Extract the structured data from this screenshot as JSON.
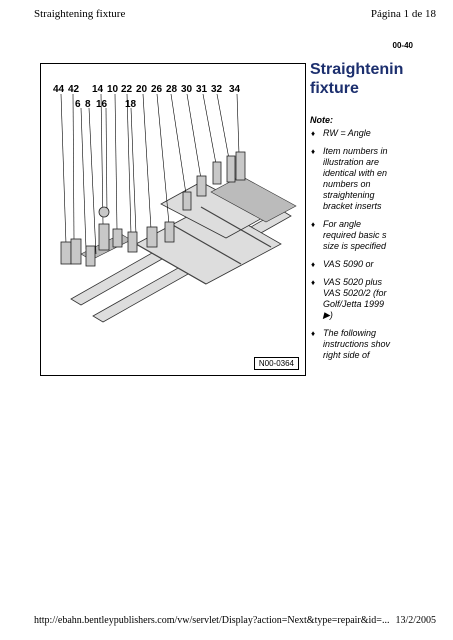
{
  "header": {
    "title": "Straightening fixture",
    "page": "Página 1 de 18"
  },
  "section_code": "00-40",
  "doc_title_line1": "Straightenin",
  "doc_title_line2": "fixture",
  "note_label": "Note:",
  "notes": [
    "RW = Angle",
    "Item numbers in\nillustration are\nidentical with en\nnumbers on\nstraightening\nbracket inserts",
    "For angle\nrequired basic s\nsize is specified",
    "VAS 5090 or",
    "VAS 5020 plus\nVAS 5020/2 (for\nGolf/Jetta 1999\n▶)",
    "The following\ninstructions shov\nright side of\nvehicle"
  ],
  "figure": {
    "callouts_row1": [
      "44",
      "42",
      "14",
      "10",
      "22",
      "20",
      "26",
      "28",
      "30",
      "31",
      "32",
      "34"
    ],
    "callouts_row2": [
      "6",
      "8",
      "16",
      "18"
    ],
    "ref": "N00-0364"
  },
  "footer": {
    "url": "http://ebahn.bentleypublishers.com/vw/servlet/Display?action=Next&type=repair&id=...",
    "date": "13/2/2005"
  }
}
